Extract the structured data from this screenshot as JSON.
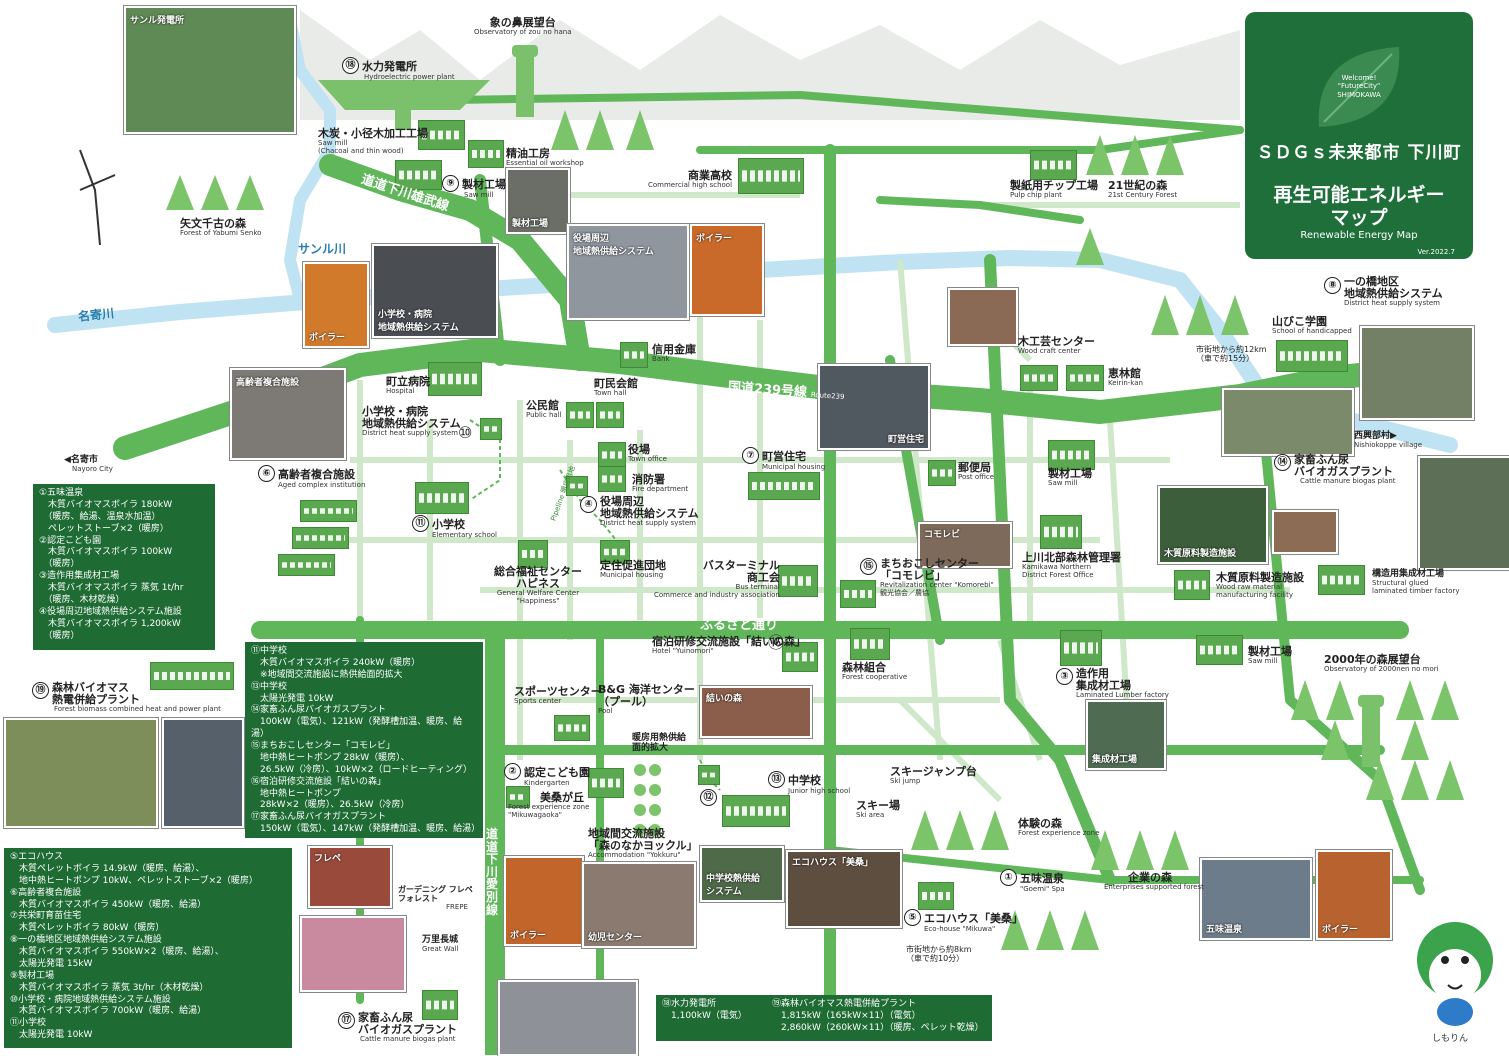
{
  "title": {
    "welcome": "Welcome!\n\"FutureCity\"\nSHIMOKAWA",
    "line1": "ＳＤＧｓ未来都市 下川町",
    "line2": "再生可能エネルギー\nマップ",
    "en": "Renewable Energy Map",
    "version": "Ver.2022.7"
  },
  "places": [
    {
      "id": "zou",
      "num": "",
      "ja": "象の鼻展望台",
      "en": "Observatory of zou no hana"
    },
    {
      "id": "hydro",
      "num": "⑱",
      "ja": "水力発電所",
      "en": "Hydroelectric power plant"
    },
    {
      "id": "sawmill-thin",
      "num": "",
      "ja": "木炭・小径木加工工場",
      "en": "Saw mill\n(Chacoal and thin wood)"
    },
    {
      "id": "oil",
      "num": "",
      "ja": "精油工房",
      "en": "Essential oil workshop"
    },
    {
      "id": "sawmill9",
      "num": "⑨",
      "ja": "製材工場",
      "en": "Saw mill"
    },
    {
      "id": "highschool",
      "num": "",
      "ja": "商業高校",
      "en": "Commercial high school"
    },
    {
      "id": "pulp",
      "num": "",
      "ja": "製紙用チップ工場",
      "en": "Pulp chip plant"
    },
    {
      "id": "forest21",
      "num": "",
      "ja": "21世紀の森",
      "en": "21st Century Forest"
    },
    {
      "id": "yabumi",
      "num": "",
      "ja": "矢文千古の森",
      "en": "Forest of Yabumi Senko"
    },
    {
      "id": "ichinohashi",
      "num": "⑧",
      "ja": "一の橋地区\n地域熱供給システム",
      "en": "District heat supply system"
    },
    {
      "id": "yamabiko",
      "num": "",
      "ja": "山びこ学園",
      "en": "School of handicapped"
    },
    {
      "id": "distance12",
      "num": "",
      "ja": "市街地から約12km\n（車で約15分）",
      "en": ""
    },
    {
      "id": "woodcraft",
      "num": "",
      "ja": "木工芸センター",
      "en": "Wood craft center"
    },
    {
      "id": "keirin",
      "num": "",
      "ja": "恵林館",
      "en": "Keirin-kan"
    },
    {
      "id": "bank",
      "num": "",
      "ja": "信用金庫",
      "en": "Bank"
    },
    {
      "id": "townhall",
      "num": "",
      "ja": "町民会館",
      "en": "Town hall"
    },
    {
      "id": "hospital",
      "num": "",
      "ja": "町立病院",
      "en": "Hospital"
    },
    {
      "id": "publichall",
      "num": "",
      "ja": "公民館",
      "en": "Public hall"
    },
    {
      "id": "school-hosp",
      "num": "⑩",
      "ja": "小学校・病院\n地域熱供給システム",
      "en": "District heat supply system"
    },
    {
      "id": "townoffice",
      "num": "",
      "ja": "役場",
      "en": "Town office"
    },
    {
      "id": "fire",
      "num": "",
      "ja": "消防署",
      "en": "Fire department"
    },
    {
      "id": "mhousing7",
      "num": "⑦",
      "ja": "町営住宅",
      "en": "Municipal housing"
    },
    {
      "id": "post",
      "num": "",
      "ja": "郵便局",
      "en": "Post office"
    },
    {
      "id": "sawmill-e",
      "num": "",
      "ja": "製材工場",
      "en": "Saw mill"
    },
    {
      "id": "nishiokoppe",
      "num": "",
      "ja": "西興部村▶",
      "en": "Nishiokoppe village"
    },
    {
      "id": "nayoro",
      "num": "",
      "ja": "◀名寄市",
      "en": "Nayoro City"
    },
    {
      "id": "aged",
      "num": "⑥",
      "ja": "高齢者複合施設",
      "en": "Aged complex institution"
    },
    {
      "id": "elem11",
      "num": "⑪",
      "ja": "小学校",
      "en": "Elementary school"
    },
    {
      "id": "office4",
      "num": "④",
      "ja": "役場周辺\n地域熱供給システム",
      "en": "District heat supply system"
    },
    {
      "id": "biogas14",
      "num": "⑭",
      "ja": "家畜ふん尿\nバイオガスプラント",
      "en": "Cattle manure biogas plant"
    },
    {
      "id": "welfare",
      "num": "",
      "ja": "総合福祉センター\nハピネス",
      "en": "General Welfare Center\n\"Happiness\""
    },
    {
      "id": "mhousing",
      "num": "",
      "ja": "定住促進団地",
      "en": "Municipal housing"
    },
    {
      "id": "busterm",
      "num": "",
      "ja": "バスターミナル\n商工会",
      "en": "Bus terminal\nCommerce and industry association"
    },
    {
      "id": "komorebi",
      "num": "⑮",
      "ja": "まちおこしセンター\n「コモレビ」",
      "en": "Revitalization center \"Komorebi\"\n観光協会／農協"
    },
    {
      "id": "kamikawa",
      "num": "",
      "ja": "上川北部森林管理署",
      "en": "Kamikawa Northern\nDistrict Forest Office"
    },
    {
      "id": "woodraw",
      "num": "",
      "ja": "木質原料製造施設",
      "en": "Wood raw material\nmanufacturing facility"
    },
    {
      "id": "laminated",
      "num": "",
      "ja": "構造用集成材工場",
      "en": "Structural glued\nlaminated timber factory"
    },
    {
      "id": "yuinomori",
      "num": "⑯",
      "ja": "宿泊研修交流施設「結いの森」",
      "en": "Hotel \"Yuinomori\""
    },
    {
      "id": "forestcoop",
      "num": "",
      "ja": "森林組合",
      "en": "Forest cooperative"
    },
    {
      "id": "sawmill-se",
      "num": "",
      "ja": "製材工場",
      "en": "Saw mill"
    },
    {
      "id": "obs2000",
      "num": "",
      "ja": "2000年の森展望台",
      "en": "Observatory of 2000nen no mori"
    },
    {
      "id": "lumber3",
      "num": "③",
      "ja": "造作用\n集成材工場",
      "en": "Laminated Lumber factory"
    },
    {
      "id": "biomass19",
      "num": "⑲",
      "ja": "森林バイオマス\n熱電併給プラント",
      "en": "Forest biomass combined heat and power plant"
    },
    {
      "id": "sports",
      "num": "",
      "ja": "スポーツセンター",
      "en": "Sports center"
    },
    {
      "id": "pool",
      "num": "",
      "ja": "B&G 海洋センター\n（プール）",
      "en": "Pool"
    },
    {
      "id": "heatext",
      "num": "",
      "ja": "暖房用熱供給\n面的拡大",
      "en": ""
    },
    {
      "id": "kinder",
      "num": "②",
      "ja": "認定こども園",
      "en": "Kindergarten"
    },
    {
      "id": "mikuwa",
      "num": "",
      "ja": "美桑が丘",
      "en": "Forest experience zone\n\"Mikuwagaoka\""
    },
    {
      "id": "junior13",
      "num": "⑬",
      "ja": "中学校",
      "en": "Junior high school"
    },
    {
      "id": "skijump",
      "num": "",
      "ja": "スキージャンプ台",
      "en": "Ski jump"
    },
    {
      "id": "skiarea",
      "num": "",
      "ja": "スキー場",
      "en": "Ski area"
    },
    {
      "id": "forestexp",
      "num": "",
      "ja": "体験の森",
      "en": "Forest experience zone"
    },
    {
      "id": "goemi",
      "num": "①",
      "ja": "五味温泉",
      "en": "\"Goemi\" Spa"
    },
    {
      "id": "enterprise",
      "num": "",
      "ja": "企業の森",
      "en": "Enterprises supported forest"
    },
    {
      "id": "yokkuru",
      "num": "",
      "ja": "地域間交流施設\n「森のなかヨックル」",
      "en": "Accommodation \"Yokkuru\""
    },
    {
      "id": "mikuwa5",
      "num": "⑤",
      "ja": "エコハウス「美桑」",
      "en": "Eco-house \"Mikuwa\""
    },
    {
      "id": "distance8",
      "num": "",
      "ja": "市街地から約8km\n（車で約10分）",
      "en": ""
    },
    {
      "id": "frepe",
      "num": "",
      "ja": "ガーデニング フレペ\nフォレスト",
      "en": "FREPE"
    },
    {
      "id": "greatwall",
      "num": "",
      "ja": "万里長城",
      "en": "Great Wall"
    },
    {
      "id": "biogas17",
      "num": "⑰",
      "ja": "家畜ふん尿\nバイオガスプラント",
      "en": "Cattle manure biogas plant"
    },
    {
      "id": "schoolheat12",
      "num": "⑫",
      "ja": "",
      "en": ""
    }
  ],
  "rivers": [
    {
      "id": "sanru",
      "text": "サンル川"
    },
    {
      "id": "nayoro-river",
      "text": "名寄川"
    }
  ],
  "roads": [
    {
      "id": "route239",
      "text": "国道239号線",
      "en": "Route239"
    },
    {
      "id": "dodo",
      "text": "道道下川雄武線"
    },
    {
      "id": "furusato",
      "text": "ふるさと通り"
    },
    {
      "id": "dodo2",
      "text": "道道下川愛別線"
    },
    {
      "id": "pipeline",
      "text": "Pipeline 暖房用地"
    }
  ],
  "photos": [
    {
      "id": "ph-sanru",
      "caption": "サンル発電所",
      "color": "#5f8a55"
    },
    {
      "id": "ph-sawmill",
      "caption": "製材工場",
      "color": "#6b6e66"
    },
    {
      "id": "ph-boiler1",
      "caption": "ボイラー",
      "color": "#d27a2c"
    },
    {
      "id": "ph-schoolhosp",
      "caption": "小学校・病院\n地域熱供給システム",
      "color": "#4a4d52"
    },
    {
      "id": "ph-office",
      "caption": "役場周辺\n地域熱供給システム",
      "color": "#8f969e"
    },
    {
      "id": "ph-boiler2",
      "caption": "ボイラー",
      "color": "#c9692a"
    },
    {
      "id": "ph-aged",
      "caption": "高齢者複合施設",
      "color": "#7d7a75"
    },
    {
      "id": "ph-woodcraft",
      "caption": "",
      "color": "#8a6a55"
    },
    {
      "id": "ph-machi",
      "caption": "町営住宅",
      "color": "#505860"
    },
    {
      "id": "ph-ichinohashi",
      "caption": "",
      "color": "#7a8a6a"
    },
    {
      "id": "ph-ichinohashi2",
      "caption": "",
      "color": "#748066"
    },
    {
      "id": "ph-biogas14",
      "caption": "",
      "color": "#5e6f58"
    },
    {
      "id": "ph-woodraw",
      "caption": "木質原料製造施設",
      "color": "#3d5e3a"
    },
    {
      "id": "ph-chips",
      "caption": "",
      "color": "#8c6c55"
    },
    {
      "id": "ph-biogas14b",
      "caption": "",
      "color": "#6e5e50"
    },
    {
      "id": "ph-komorebi",
      "caption": "コモレビ",
      "color": "#7e6a5a"
    },
    {
      "id": "ph-yuinomori",
      "caption": "結いの森",
      "color": "#8a5e4a"
    },
    {
      "id": "ph-lumber",
      "caption": "集成材工場",
      "color": "#4f6b52"
    },
    {
      "id": "ph-biomass1",
      "caption": "",
      "color": "#7d8e5a"
    },
    {
      "id": "ph-biomass2",
      "caption": "",
      "color": "#55606a"
    },
    {
      "id": "ph-frepe",
      "caption": "フレペ",
      "color": "#9a4a3a"
    },
    {
      "id": "ph-cherry",
      "caption": "",
      "color": "#c98aa0"
    },
    {
      "id": "ph-boiler3",
      "caption": "ボイラー",
      "color": "#c2652a"
    },
    {
      "id": "ph-youchi",
      "caption": "幼児センター",
      "color": "#8a7a70"
    },
    {
      "id": "ph-juniorheat",
      "caption": "中学校熱供給\nシステム",
      "color": "#4f6a48"
    },
    {
      "id": "ph-ecohouse",
      "caption": "エコハウス「美桑」",
      "color": "#5e4e40"
    },
    {
      "id": "ph-goemi",
      "caption": "五味温泉",
      "color": "#6c7c8a"
    },
    {
      "id": "ph-boiler4",
      "caption": "ボイラー",
      "color": "#b8632f"
    },
    {
      "id": "ph-biogas17",
      "caption": "",
      "color": "#8e9298"
    }
  ],
  "infoboxes": [
    {
      "id": "box-left",
      "text": "①五味温泉\n　木質バイオマスボイラ 180kW\n　（暖房、給湯、温泉水加温）\n　ペレットストーブ×2（暖房）\n②認定こども園\n　木質バイオマスボイラ 100kW\n　（暖房）\n③造作用集成材工場\n　木質バイオマスボイラ 蒸気 1t/hr\n　（暖房、木材乾燥）\n④役場周辺地域熱供給システム施設\n　木質バイオマスボイラ 1,200kW\n　（暖房）"
    },
    {
      "id": "box-center",
      "text": "⑪中学校\n　木質バイオマスボイラ 240kW（暖房）\n　※地域間交流施設に熱供給面的拡大\n⑬中学校\n　太陽光発電 10kW\n⑭家畜ふん尿バイオガスプラント\n　100kW（電気）、121kW（発酵槽加温、暖房、給湯）\n⑮まちおこしセンター「コモレビ」\n　地中熱ヒートポンプ 28kW（暖房）、\n　26.5kW（冷房）、10kW×2（ロードヒーティング）\n⑯宿泊研修交流施設「結いの森」\n　地中熱ヒートポンプ\n　28kW×2（暖房）、26.5kW（冷房）\n⑰家畜ふん尿バイオガスプラント\n　150kW（電気）、147kW（発酵槽加温、暖房、給湯）"
    },
    {
      "id": "box-bottom",
      "text": "⑤エコハウス\n　木質ペレットボイラ 14.9kW（暖房、給湯）、\n　地中熱ヒートポンプ 10kW、ペレットストーブ×2（暖房）\n⑥高齢者複合施設\n　木質バイオマスボイラ 450kW（暖房、給湯）\n⑦共栄町育苗住宅\n　木質ペレットボイラ 80kW（暖房）\n⑧一の橋地区地域熱供給システム施設\n　木質バイオマスボイラ 550kW×2（暖房、給湯）、\n　太陽光発電 15kW\n⑨製材工場\n　木質バイオマスボイラ 蒸気 3t/hr（木材乾燥）\n⑩小学校・病院地域熱供給システム施設\n　木質バイオマスボイラ 700kW（暖房、給湯）\n⑪小学校\n　太陽光発電 10kW"
    },
    {
      "id": "box-hydro",
      "text": "⑱水力発電所\n　1,100kW（電気）"
    },
    {
      "id": "box-biomass",
      "text": "⑲森林バイオマス熱電併給プラント\n　1,815kW（165kW×11）（電気）\n　2,860kW（260kW×11）（暖房、ペレット乾燥）"
    }
  ],
  "mascot": {
    "name": "しもりん"
  },
  "colors": {
    "road": "#5fb75a",
    "road_minor": "#cfe8c9",
    "river": "#bfe3f2",
    "dark_green": "#1e6b34",
    "tree": "#7cc46a"
  }
}
